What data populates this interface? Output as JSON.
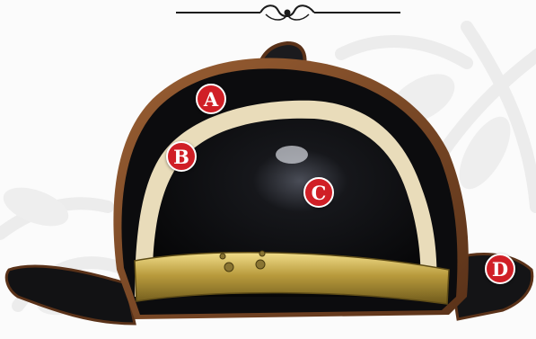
{
  "markers": [
    {
      "id": "A",
      "label": "A"
    },
    {
      "id": "B",
      "label": "B"
    },
    {
      "id": "C",
      "label": "C"
    },
    {
      "id": "D",
      "label": "D"
    }
  ],
  "colors": {
    "marker": "#d01f26",
    "background": "#fbfbfb",
    "helmet": "#0b0b0e",
    "leather": "#7a4a2a",
    "lining": "#e6d8b4",
    "brass_band": "#b79a3e"
  },
  "icons": {
    "ornament": "flourish-divider-icon"
  }
}
